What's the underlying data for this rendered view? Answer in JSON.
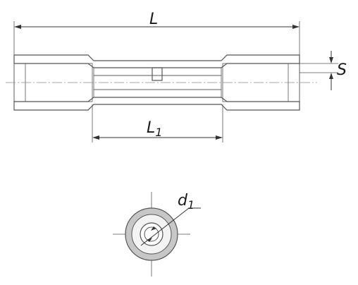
{
  "labels": {
    "length_total": "L",
    "length_inner": "L",
    "length_inner_sub": "1",
    "wall_thickness": "S",
    "inner_diameter": "d",
    "inner_diameter_sub": "1"
  },
  "colors": {
    "knurl_fill": "#d7d7d7",
    "knurl_dot": "#8c8c8c",
    "sleeve_fill": "#f3f3f3",
    "metal_hatch": "#6a6a6a",
    "end_ring": "#c7c7c7",
    "line": "#333333"
  }
}
